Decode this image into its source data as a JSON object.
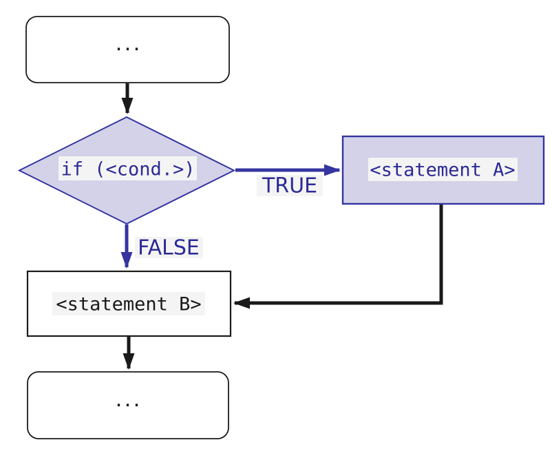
{
  "diagram": {
    "kind": "flowchart",
    "colors": {
      "accent_blue": "#3534a0",
      "text_blue": "#2b2a96",
      "node_fill_lavender": "#d3d2e8",
      "label_background": "#f4f4f4",
      "ink_black": "#1a1a1a",
      "node_fill_white": "#ffffff"
    },
    "nodes": {
      "start": {
        "label": "..."
      },
      "condition": {
        "label": "if (<cond.>)"
      },
      "statement_a": {
        "label": "<statement A>"
      },
      "statement_b": {
        "label": "<statement B>"
      },
      "end": {
        "label": "..."
      }
    },
    "edges": {
      "start_to_condition": {
        "from": "start",
        "to": "condition"
      },
      "true_branch": {
        "label": "TRUE",
        "from": "condition",
        "to": "statement_a"
      },
      "false_branch": {
        "label": "FALSE",
        "from": "condition",
        "to": "statement_b"
      },
      "statement_a_to_b": {
        "from": "statement_a",
        "to": "statement_b"
      },
      "statement_b_to_end": {
        "from": "statement_b",
        "to": "end"
      }
    }
  }
}
